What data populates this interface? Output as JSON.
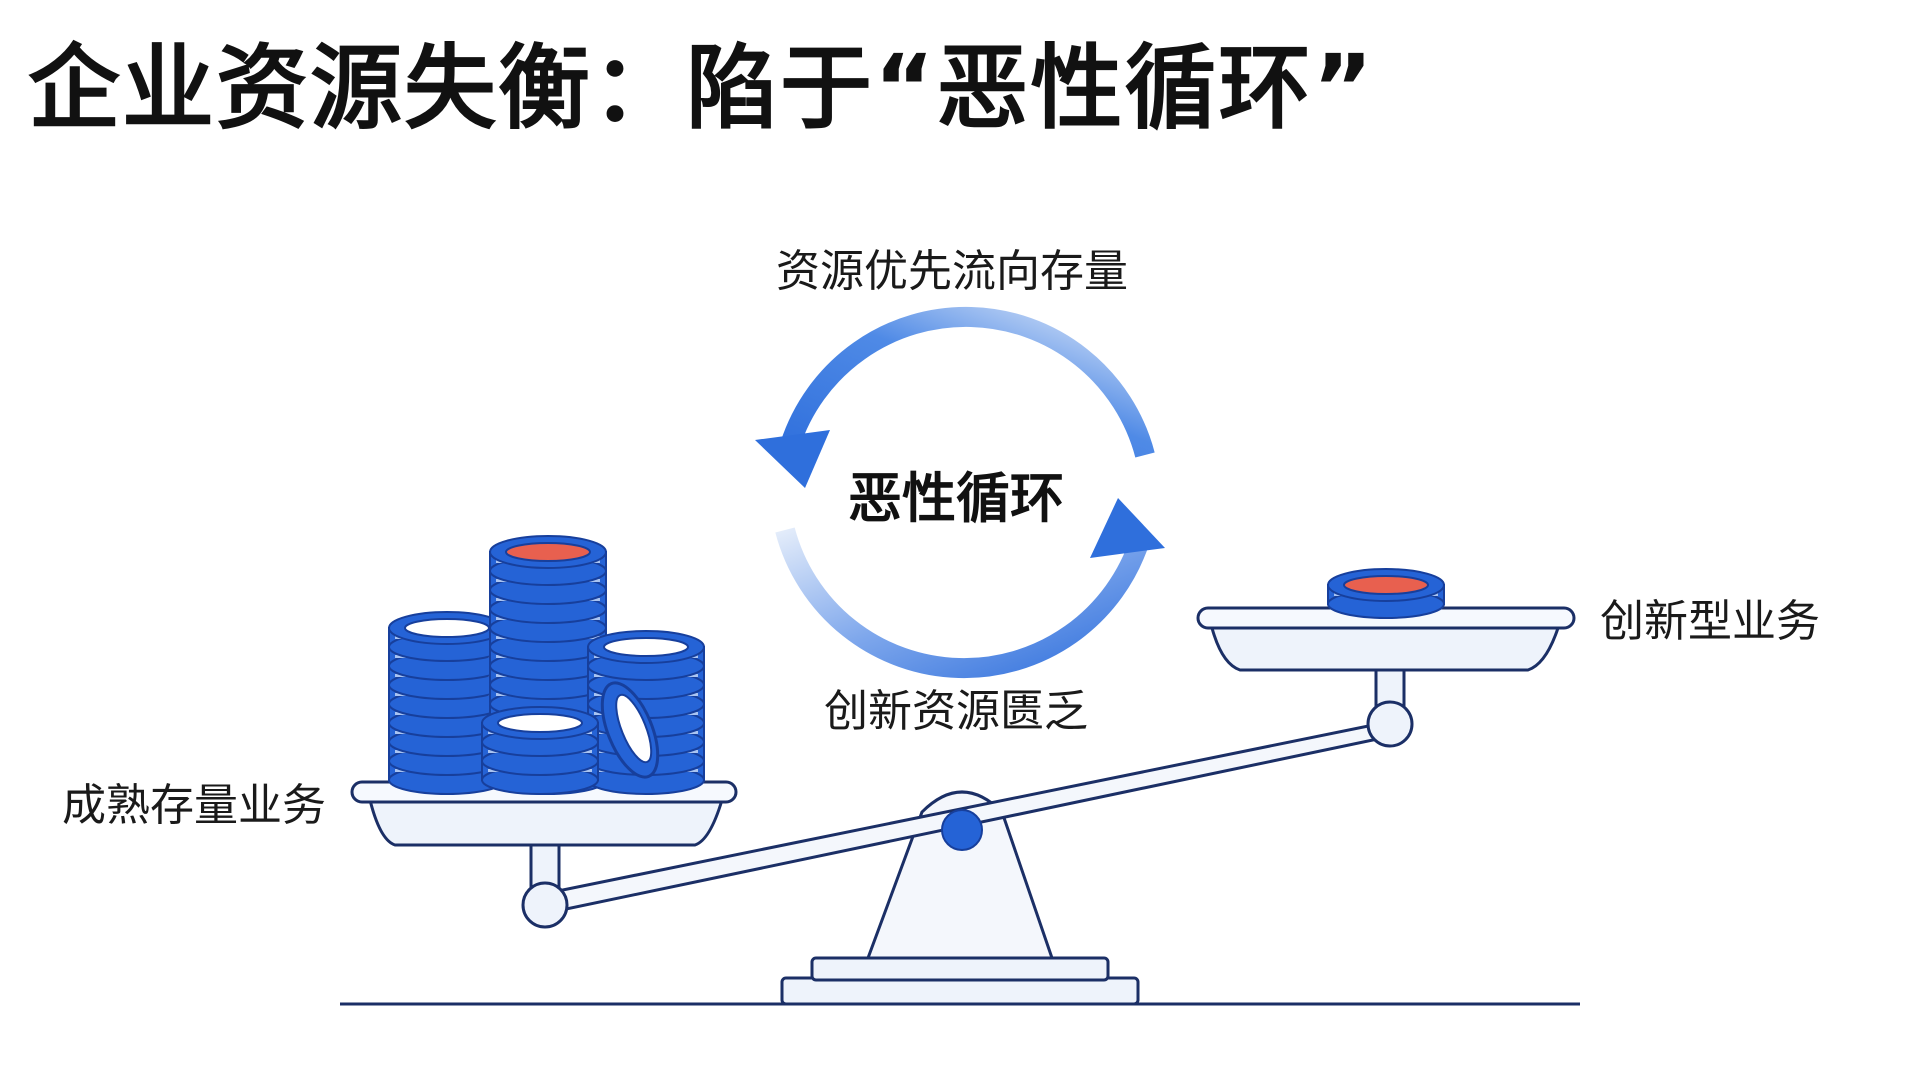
{
  "title": "企业资源失衡：陷于“恶性循环”",
  "cycle": {
    "top_label": "资源优先流向存量",
    "center_label": "恶性循环",
    "bottom_label": "创新资源匮乏"
  },
  "scale": {
    "left_label": "成熟存量业务",
    "right_label": "创新型业务"
  },
  "colors": {
    "coin_blue": "#2563d6",
    "coin_dark": "#173f9c",
    "coin_red": "#e8604f",
    "outline": "#1b2f66",
    "pan_fill": "#eef3fb",
    "arrow_blue": "#2f6fdc"
  }
}
